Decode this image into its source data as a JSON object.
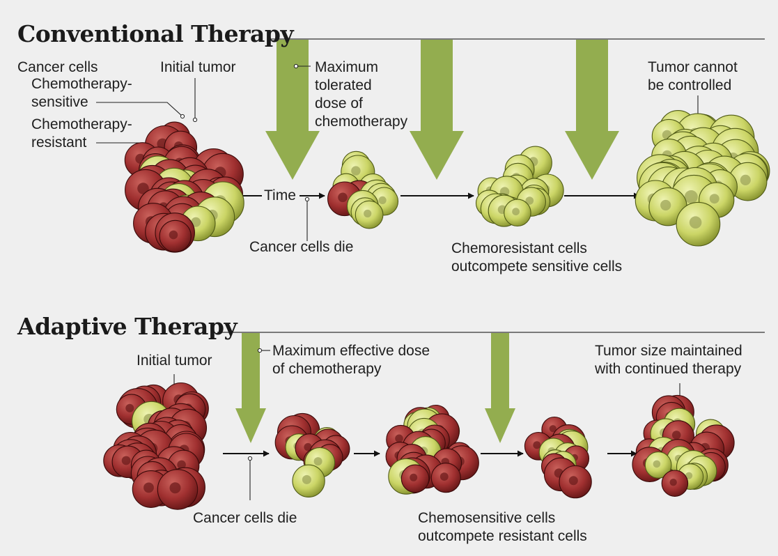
{
  "conventional": {
    "title": "Conventional Therapy",
    "legend": {
      "cancer_cells": "Cancer cells",
      "chemo_sensitive": [
        "Chemotherapy-",
        "sensitive"
      ],
      "chemo_resistant": [
        "Chemotherapy-",
        "resistant"
      ]
    },
    "initial_tumor": "Initial tumor",
    "dose": [
      "Maximum",
      "tolerated",
      "dose of",
      "chemotherapy"
    ],
    "time": "Time",
    "cells_die": "Cancer cells die",
    "outcompete": [
      "Chemoresistant cells",
      "outcompete sensitive cells"
    ],
    "final": [
      "Tumor cannot",
      "be controlled"
    ]
  },
  "adaptive": {
    "title": "Adaptive Therapy",
    "initial_tumor": "Initial tumor",
    "dose": [
      "Maximum effective dose",
      "of chemotherapy"
    ],
    "cells_die": "Cancer cells die",
    "outcompete": [
      "Chemosensitive cells",
      "outcompete resistant cells"
    ],
    "final": [
      "Tumor size maintained",
      "with continued therapy"
    ]
  },
  "colors": {
    "background": "#efefef",
    "resistant_cell": "#c6cf5a",
    "sensitive_cell": "#9a2a2a",
    "dose_arrow": "#93ad4f"
  }
}
